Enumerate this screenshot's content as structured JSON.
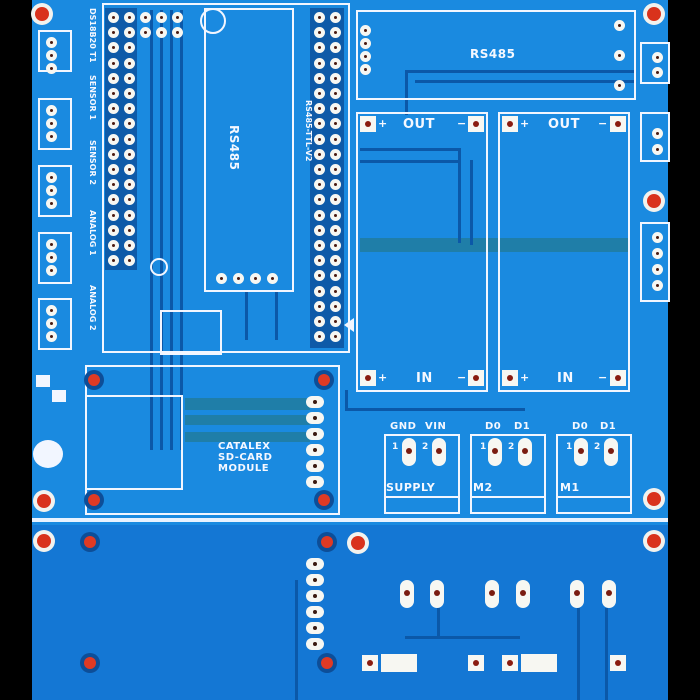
{
  "image": {
    "subject": "Blue printed circuit board (PCB) with white silkscreen",
    "colors": {
      "board": "#1a8ae0",
      "board_lower": "#1477d4",
      "silkscreen": "#f2f6ff",
      "traces": "#0b58a8",
      "copper_pads": "#d9321c",
      "background": "#000000"
    }
  },
  "labels": {
    "rs485_module_left": "RS485",
    "rs485_header": "RS485-TTL-V2",
    "rs485_module_top": "RS485",
    "converter_left_out": "OUT",
    "converter_right_out": "OUT",
    "converter_left_in": "IN",
    "converter_right_in": "IN",
    "plus": "+",
    "minus": "−",
    "sd_line1": "CATALEX",
    "sd_line2": "SD-CARD",
    "sd_line3": "MODULE",
    "supply_title": "SUPPLY",
    "supply_pin1": "GND",
    "supply_pin2": "VIN",
    "m2_title": "M2",
    "m2_pin1": "D0",
    "m2_pin2": "D1",
    "m1_title": "M1",
    "m1_pin1": "D0",
    "m1_pin2": "D1",
    "pin_num_1": "1",
    "pin_num_2": "2",
    "left_connector_1": "DS18B20 T1",
    "left_connector_2": "SENSOR 1",
    "left_connector_3": "SENSOR 2",
    "left_connector_4": "ANALOG 1",
    "left_connector_5": "ANALOG 2"
  }
}
